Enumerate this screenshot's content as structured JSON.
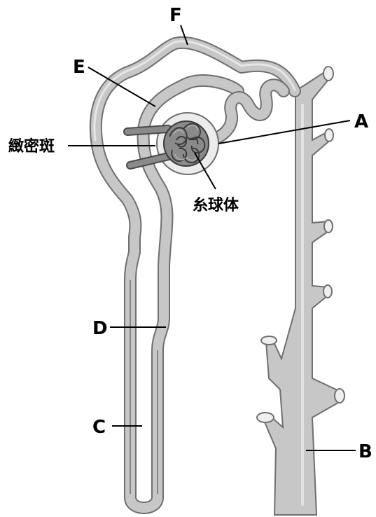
{
  "labels": {
    "A": "A",
    "B": "B",
    "C": "C",
    "D": "D",
    "E": "E",
    "F": "F",
    "macula_densa": "緻密斑",
    "glomerulus": "糸球体"
  }
}
